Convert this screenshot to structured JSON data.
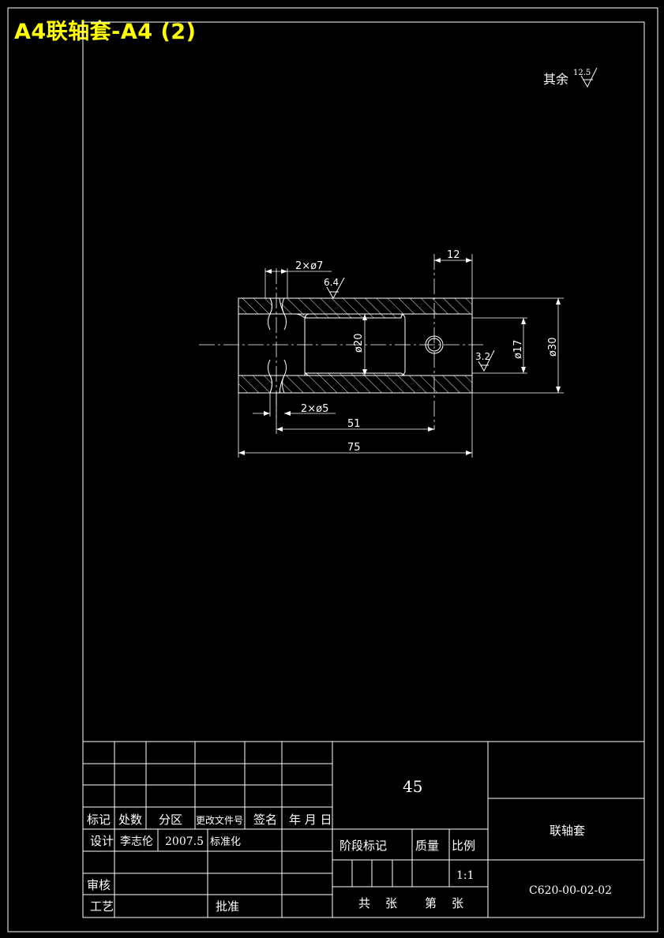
{
  "banner": {
    "title": "A4联轴套-A4 (2)"
  },
  "roughness": {
    "prefix": "其余",
    "general_value": "12.5",
    "bore_value": "6.4",
    "inner_value": "3.2"
  },
  "dimensions": {
    "hole_d7": "2×ø7",
    "hole_d5": "2×ø5",
    "len_12": "12",
    "len_51": "51",
    "len_75": "75",
    "dia_20": "ø20",
    "dia_17": "ø17",
    "dia_30": "ø30"
  },
  "title_block": {
    "material": "45",
    "part_name": "联轴套",
    "drawing_no": "C620-00-02-02",
    "headers": {
      "mark": "标记",
      "count": "处数",
      "zone": "分区",
      "change_doc": "更改文件号",
      "signature": "签名",
      "date": "年 月 日"
    },
    "design": "设计",
    "designer": "李志伦",
    "design_date": "2007.5",
    "standardize": "标准化",
    "review": "审核",
    "process": "工艺",
    "approve": "批准",
    "stage_mark": "阶段标记",
    "weight": "质量",
    "scale_label": "比例",
    "scale": "1:1",
    "total": "共",
    "sheets1": "张",
    "sheet_no": "第",
    "sheets2": "张"
  },
  "colors": {
    "background": "#000000",
    "line": "#ffffff",
    "banner": "#ffff00"
  }
}
